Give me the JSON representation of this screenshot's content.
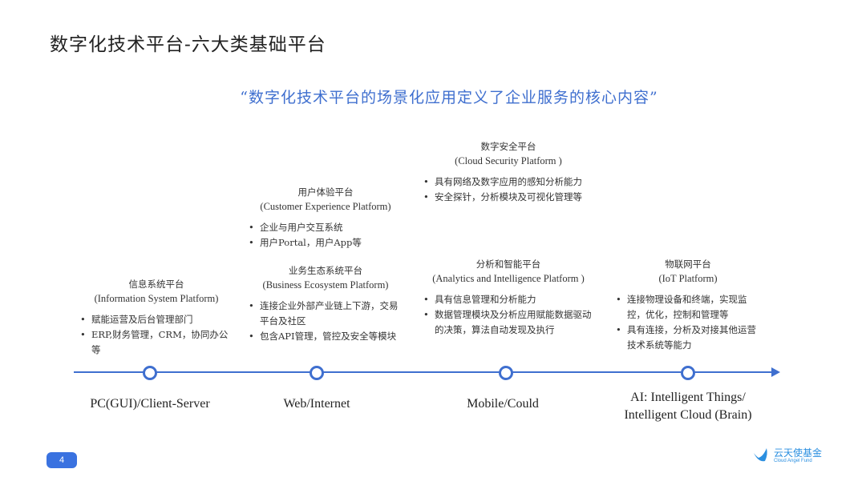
{
  "title": "数字化技术平台-六大类基础平台",
  "quote": "“数字化技术平台的场景化应用定义了企业服务的核心内容”",
  "platforms": [
    {
      "name": "信息系统平台",
      "en": "(Information System Platform)",
      "bullets": [
        "赋能运营及后台管理部门",
        "ERP,财务管理，CRM，协同办公等"
      ]
    },
    {
      "name": "用户体验平台",
      "en": "(Customer Experience Platform)",
      "bullets": [
        "企业与用户交互系统",
        "用户Portal，用户App等"
      ]
    },
    {
      "name": "业务生态系统平台",
      "en": "(Business Ecosystem Platform)",
      "bullets": [
        "连接企业外部产业链上下游，交易平台及社区",
        "包含API管理，管控及安全等模块"
      ]
    },
    {
      "name": "数字安全平台",
      "en": "(Cloud Security Platform )",
      "bullets": [
        "具有网络及数字应用的感知分析能力",
        "安全探针，分析模块及可视化管理等"
      ]
    },
    {
      "name": "分析和智能平台",
      "en": "(Analytics and Intelligence Platform )",
      "bullets": [
        "具有信息管理和分析能力",
        "数据管理模块及分析应用赋能数据驱动的决策，算法自动发现及执行"
      ]
    },
    {
      "name": "物联网平台",
      "en": "(IoT Platform)",
      "bullets": [
        "连接物理设备和终端，实现监控，优化，控制和管理等",
        "具有连接，分析及对接其他运营技术系统等能力"
      ]
    }
  ],
  "eras": [
    "PC(GUI)/Client-Server",
    "Web/Internet",
    "Mobile/Could",
    "AI: Intelligent Things/",
    "Intelligent Cloud (Brain)"
  ],
  "page_number": "4",
  "logo": {
    "cn": "云天使基金",
    "en": "Cloud Angel Fund"
  }
}
